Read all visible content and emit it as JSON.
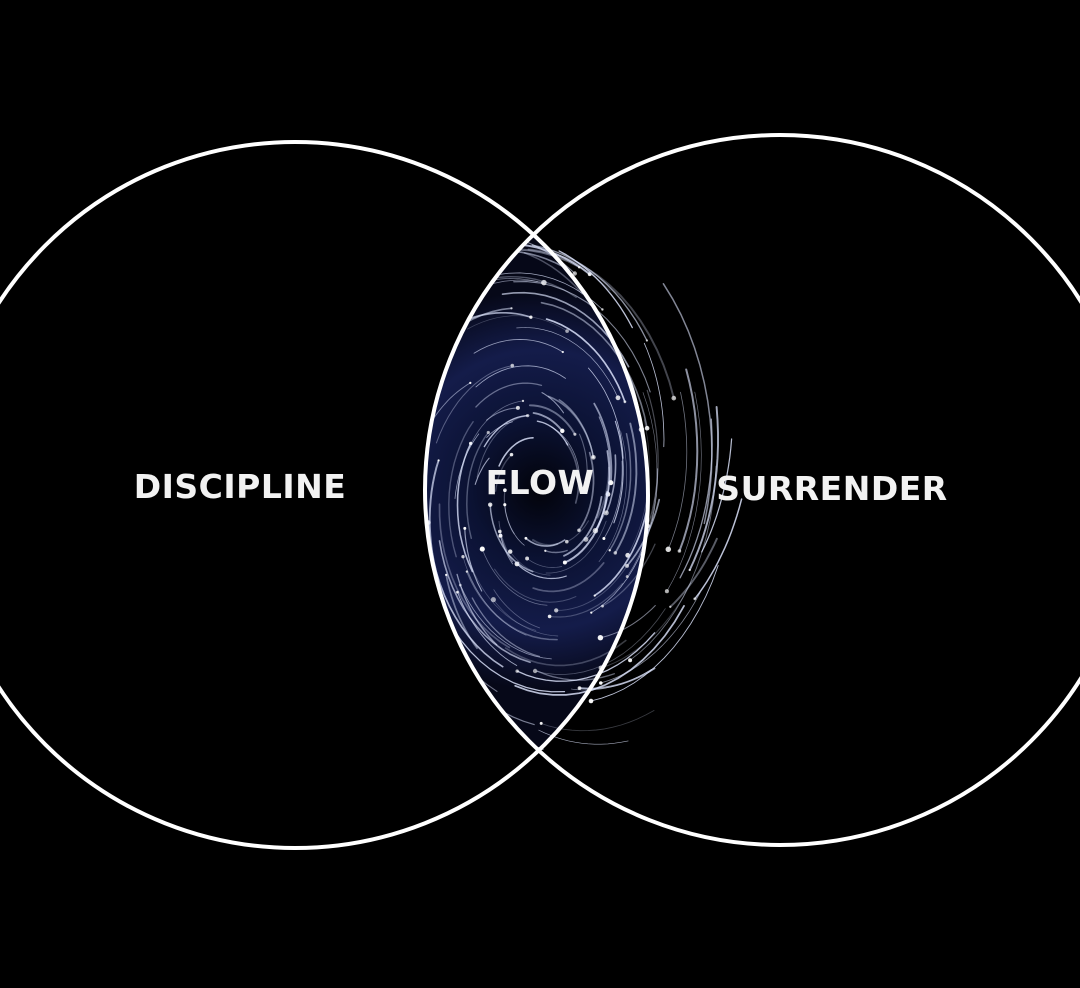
{
  "diagram": {
    "type": "venn",
    "sets": [
      {
        "id": "left",
        "label": "DISCIPLINE"
      },
      {
        "id": "right",
        "label": "SURRENDER"
      }
    ],
    "intersection": {
      "label": "FLOW",
      "fill_style": "swirling starfield"
    },
    "colors": {
      "background": "#000000",
      "outline": "#ffffff",
      "text": "#f2f2f2",
      "swirl_base": "#0a0f2a",
      "swirl_streak": "#dfe6ff"
    }
  }
}
